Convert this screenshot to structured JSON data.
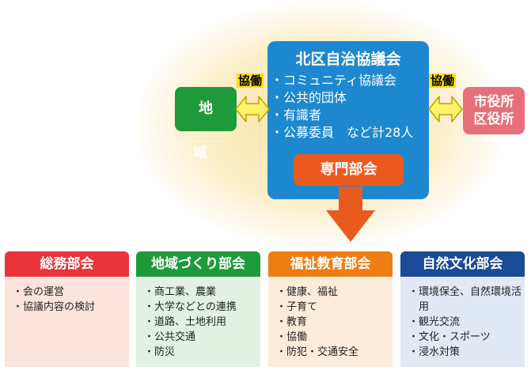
{
  "council": {
    "title": "北区自治協議会",
    "members": [
      "・コミュニティ協議会",
      "・公共的団体",
      "・有識者",
      "・公募委員　など計28人"
    ]
  },
  "specialist": "専門部会",
  "left_party": "地　域",
  "right_party": [
    "市役所",
    "区役所"
  ],
  "collab_label": "協働",
  "departments": [
    {
      "name": "総務部会",
      "color": "#e8343a",
      "bg": "#fce4dc",
      "items": [
        "・会の運営",
        "・協議内容の検討"
      ]
    },
    {
      "name": "地域づくり部会",
      "color": "#1f9a3a",
      "bg": "#e2f1e2",
      "items": [
        "・商工業、農業",
        "・大学などとの連携",
        "・道路、土地利用",
        "・公共交通",
        "・防災"
      ]
    },
    {
      "name": "福祉教育部会",
      "color": "#ee7d12",
      "bg": "#fdecd9",
      "items": [
        "・健康、福祉",
        "・子育て",
        "・教育",
        "・協働",
        "・防犯・交通安全"
      ]
    },
    {
      "name": "自然文化部会",
      "color": "#1b4a96",
      "bg": "#e1e9f4",
      "items": [
        "・環境保全、自然環境活用",
        "・観光交流",
        "・文化・スポーツ",
        "・浸水対策"
      ]
    }
  ],
  "colors": {
    "council": "#1d88cf",
    "specialist": "#ea5a1f",
    "region": "#1f9a3a",
    "city": "#e76f7a",
    "arrow_fill": "#fdf36b",
    "arrow_stroke": "#b7a400",
    "collab_bg": "#fde000"
  }
}
